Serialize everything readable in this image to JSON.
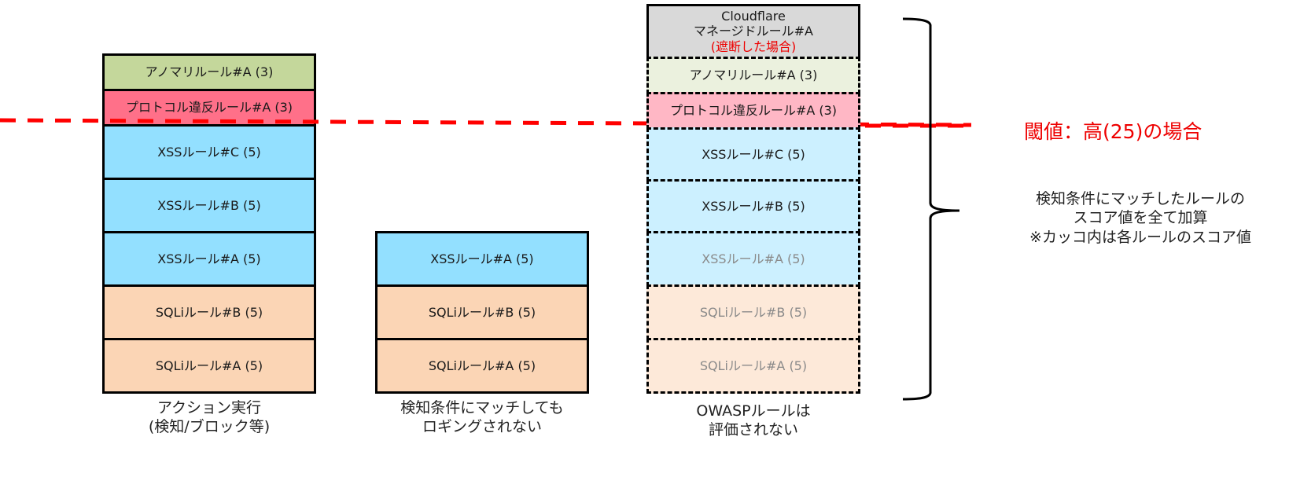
{
  "threshold": {
    "label": "閾値：高(25)の場合",
    "color": "#ee0000"
  },
  "note": {
    "text": "検知条件にマッチしたルールの\nスコア値を全て加算\n※カッコ内は各ルールのスコア値"
  },
  "columns": [
    {
      "id": "left",
      "caption": "アクション実行\n(検知/ブロック等)",
      "blocks": [
        {
          "label": "アノマリルール#A (3)",
          "color": "#c4d79b",
          "style": "solid",
          "muted": false
        },
        {
          "label": "プロトコル違反ルール#A (3)",
          "color": "#ff7089",
          "style": "solid",
          "muted": false
        },
        {
          "label": "XSSルール#C (5)",
          "color": "#93e0ff",
          "style": "solid",
          "muted": false
        },
        {
          "label": "XSSルール#B (5)",
          "color": "#93e0ff",
          "style": "solid",
          "muted": false
        },
        {
          "label": "XSSルール#A (5)",
          "color": "#93e0ff",
          "style": "solid",
          "muted": false
        },
        {
          "label": "SQLiルール#B (5)",
          "color": "#fbd5b5",
          "style": "solid",
          "muted": false
        },
        {
          "label": "SQLiルール#A (5)",
          "color": "#fbd5b5",
          "style": "solid",
          "muted": false
        }
      ]
    },
    {
      "id": "middle",
      "caption": "検知条件にマッチしても\nロギングされない",
      "blocks": [
        {
          "label": "XSSルール#A (5)",
          "color": "#93e0ff",
          "style": "solid",
          "muted": false
        },
        {
          "label": "SQLiルール#B (5)",
          "color": "#fbd5b5",
          "style": "solid",
          "muted": false
        },
        {
          "label": "SQLiルール#A (5)",
          "color": "#fbd5b5",
          "style": "solid",
          "muted": false
        }
      ]
    },
    {
      "id": "right",
      "caption": "OWASPルールは\n評価されない",
      "cloudflare": {
        "title": "Cloudflare",
        "subtitle": "マネージドルール#A",
        "note": "(遮断した場合)",
        "color": "#d9d9d9"
      },
      "blocks": [
        {
          "label": "アノマリルール#A (3)",
          "color": "#ebf1de",
          "style": "dashed",
          "muted": false
        },
        {
          "label": "プロトコル違反ルール#A (3)",
          "color": "#ffb7c5",
          "style": "dashed",
          "muted": false
        },
        {
          "label": "XSSルール#C (5)",
          "color": "#ccf0ff",
          "style": "dashed",
          "muted": false
        },
        {
          "label": "XSSルール#B (5)",
          "color": "#ccf0ff",
          "style": "dashed",
          "muted": false
        },
        {
          "label": "XSSルール#A (5)",
          "color": "#ccf0ff",
          "style": "dashed",
          "muted": true
        },
        {
          "label": "SQLiルール#B (5)",
          "color": "#fde9d9",
          "style": "dashed",
          "muted": true
        },
        {
          "label": "SQLiルール#A (5)",
          "color": "#fde9d9",
          "style": "dashed",
          "muted": true
        }
      ]
    }
  ]
}
